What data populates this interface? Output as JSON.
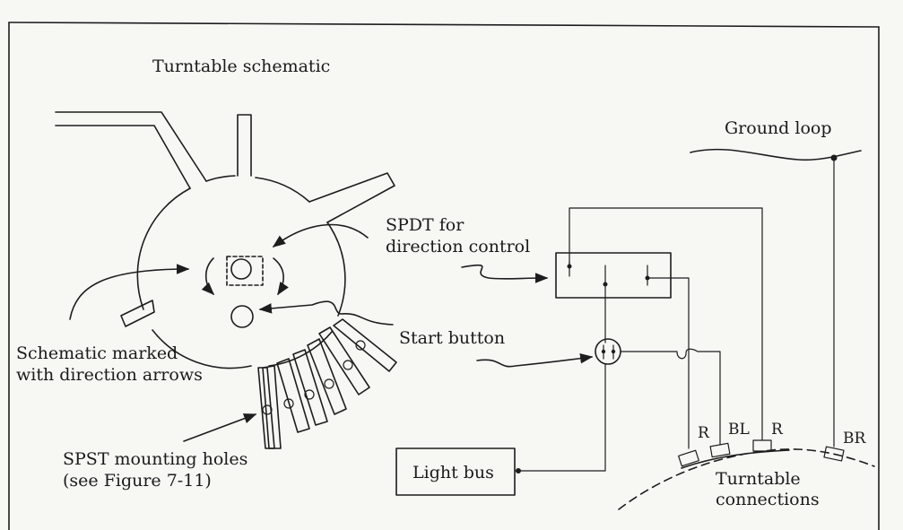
{
  "labels": {
    "title": "Turntable schematic",
    "ground_loop": "Ground loop",
    "spdt_line1": "SPDT  for",
    "spdt_line2": "direction control",
    "start_button": "Start button",
    "schematic_line1": "Schematic marked",
    "schematic_line2": "with direction arrows",
    "spst_line1": "SPST mounting holes",
    "spst_line2": "(see Figure 7-11)",
    "light_bus": "Light bus",
    "turntable_line1": "Turntable",
    "turntable_line2": "connections",
    "wire_r1": "R",
    "wire_bl": "BL",
    "wire_r2": "R",
    "wire_br": "BR"
  }
}
